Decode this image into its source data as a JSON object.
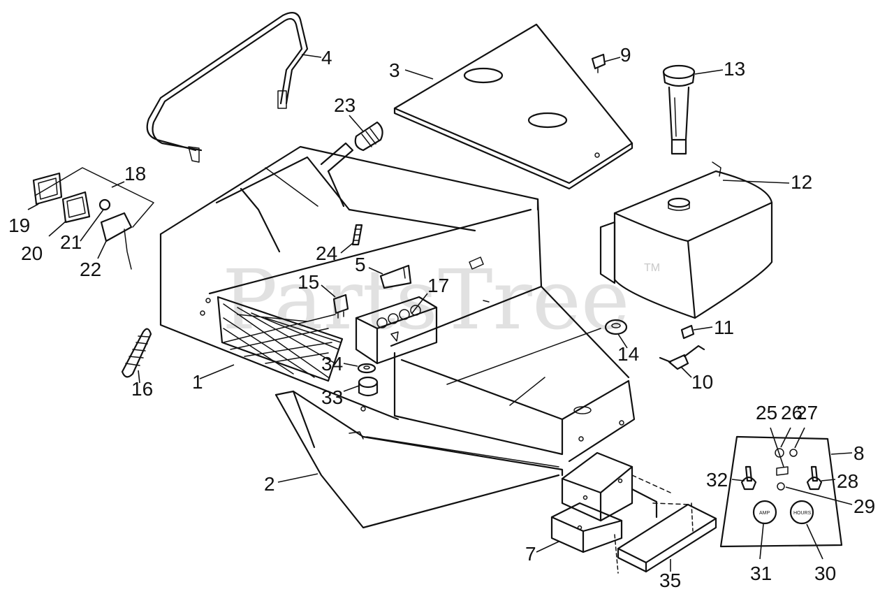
{
  "watermark": {
    "text": "PartsTree",
    "trademark": "TM"
  },
  "callouts": [
    {
      "id": "c1",
      "text": "1"
    },
    {
      "id": "c2",
      "text": "2"
    },
    {
      "id": "c3",
      "text": "3"
    },
    {
      "id": "c4",
      "text": "4"
    },
    {
      "id": "c5",
      "text": "5"
    },
    {
      "id": "c7",
      "text": "7"
    },
    {
      "id": "c8",
      "text": "8"
    },
    {
      "id": "c9",
      "text": "9"
    },
    {
      "id": "c10",
      "text": "10"
    },
    {
      "id": "c11",
      "text": "11"
    },
    {
      "id": "c12",
      "text": "12"
    },
    {
      "id": "c13",
      "text": "13"
    },
    {
      "id": "c14",
      "text": "14"
    },
    {
      "id": "c15",
      "text": "15"
    },
    {
      "id": "c16",
      "text": "16"
    },
    {
      "id": "c17",
      "text": "17"
    },
    {
      "id": "c18",
      "text": "18"
    },
    {
      "id": "c19",
      "text": "19"
    },
    {
      "id": "c20",
      "text": "20"
    },
    {
      "id": "c21",
      "text": "21"
    },
    {
      "id": "c22",
      "text": "22"
    },
    {
      "id": "c23",
      "text": "23"
    },
    {
      "id": "c24",
      "text": "24"
    },
    {
      "id": "c25",
      "text": "25"
    },
    {
      "id": "c26",
      "text": "26"
    },
    {
      "id": "c27",
      "text": "27"
    },
    {
      "id": "c28",
      "text": "28"
    },
    {
      "id": "c29",
      "text": "29"
    },
    {
      "id": "c30",
      "text": "30"
    },
    {
      "id": "c31",
      "text": "31"
    },
    {
      "id": "c32",
      "text": "32"
    },
    {
      "id": "c33",
      "text": "33"
    },
    {
      "id": "c34",
      "text": "34"
    },
    {
      "id": "c35",
      "text": "35"
    }
  ],
  "gauges": {
    "amp": "AMP",
    "hours": "HOURS"
  }
}
